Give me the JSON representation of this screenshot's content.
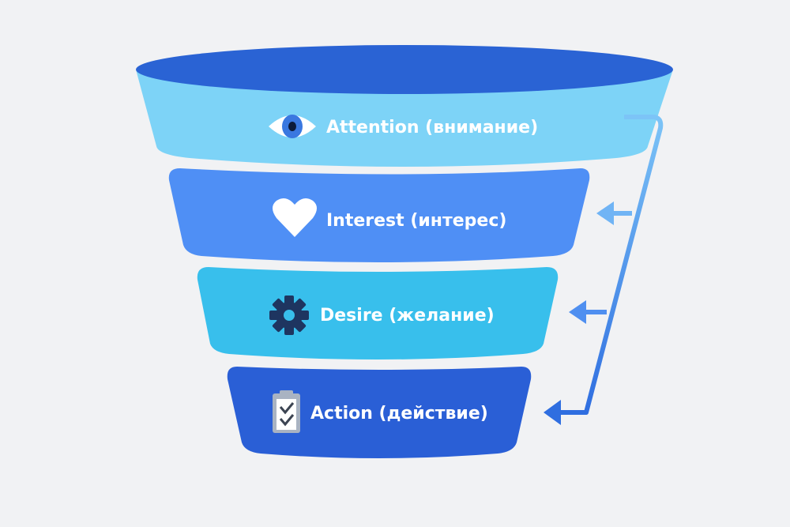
{
  "stages": [
    {
      "label": "Attention (внимание)",
      "icon": "eye-icon",
      "color": "#7dd3f7"
    },
    {
      "label": "Interest (интерес)",
      "icon": "heart-icon",
      "color": "#4f8ff5"
    },
    {
      "label": "Desire (желание)",
      "icon": "gear-icon",
      "color": "#38bfec"
    },
    {
      "label": "Action (действие)",
      "icon": "clipboard-check-icon",
      "color": "#2a5fd6"
    }
  ],
  "colors": {
    "funnel_rim": "#2a63d4",
    "background": "#f1f2f4",
    "arrow_top": "#7cc4f7",
    "arrow_bottom": "#2f6ee0"
  }
}
